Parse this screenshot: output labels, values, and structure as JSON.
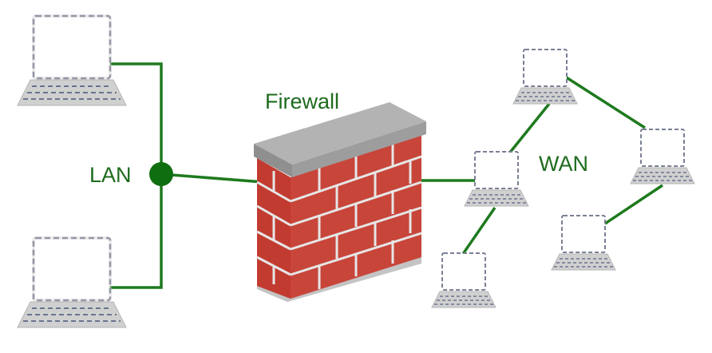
{
  "labels": {
    "lan": "LAN",
    "firewall": "Firewall",
    "wan": "WAN"
  },
  "colors": {
    "link": "#1e7a1e",
    "label": "#1e6b1e",
    "hub": "#0f6e0f",
    "brick": "#c0392b",
    "brick_dark": "#8e2a20",
    "mortar": "#e8e8e8",
    "cap": "#a8a8a8",
    "laptop_screen": "#ffffff",
    "laptop_outline": "#6a7490",
    "laptop_body": "#d4d4d4"
  },
  "icons": [
    "laptop-icon",
    "brick-wall-icon",
    "hub-node-icon"
  ],
  "nodes": {
    "lan": [
      "lan-laptop-top",
      "lan-laptop-bottom"
    ],
    "wan": [
      "wan-laptop-top",
      "wan-laptop-center",
      "wan-laptop-right",
      "wan-laptop-bottom-left",
      "wan-laptop-bottom-right"
    ]
  }
}
